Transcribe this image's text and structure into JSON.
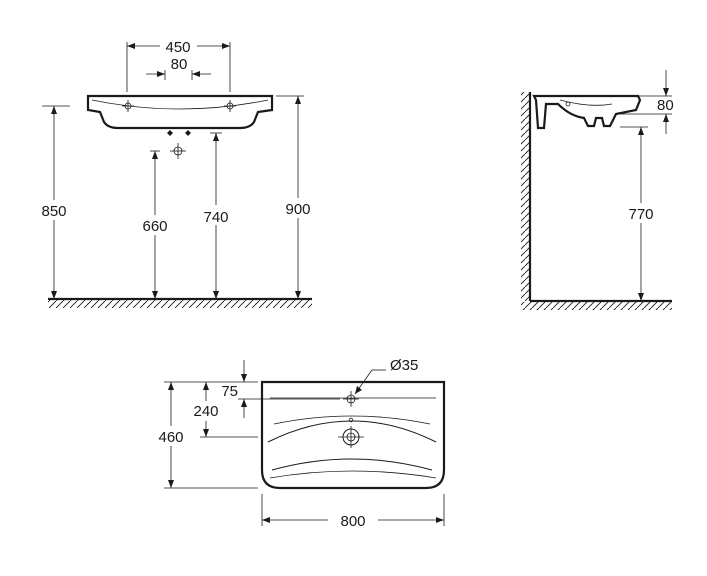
{
  "front_view": {
    "dim_450": "450",
    "dim_80": "80",
    "dim_850": "850",
    "dim_660": "660",
    "dim_740": "740",
    "dim_900": "900"
  },
  "side_view": {
    "dim_80": "80",
    "dim_770": "770"
  },
  "plan_view": {
    "dim_diameter": "Ø35",
    "dim_75": "75",
    "dim_240": "240",
    "dim_460": "460",
    "dim_800": "800"
  }
}
